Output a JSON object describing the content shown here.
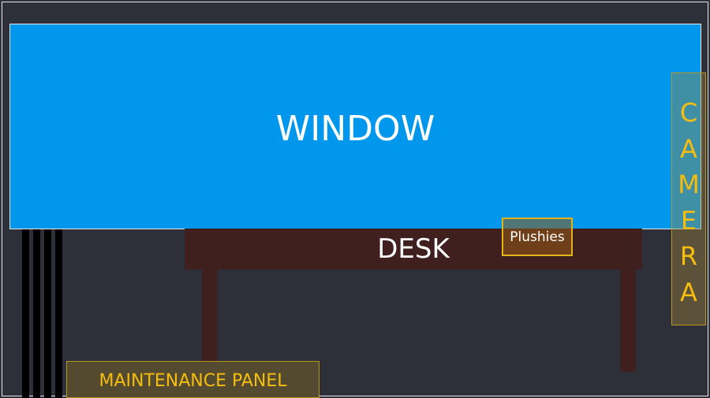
{
  "room": {
    "window_label": "WINDOW",
    "desk_label": "DESK",
    "plushies_label": "Plushies",
    "camera_letters": [
      "C",
      "A",
      "M",
      "E",
      "R",
      "A"
    ],
    "maintenance_label": "MAINTENANCE PANEL"
  },
  "colors": {
    "background": "#2d3038",
    "window": "#0097ec",
    "desk": "#40201f",
    "highlight": "#f5bd10"
  }
}
